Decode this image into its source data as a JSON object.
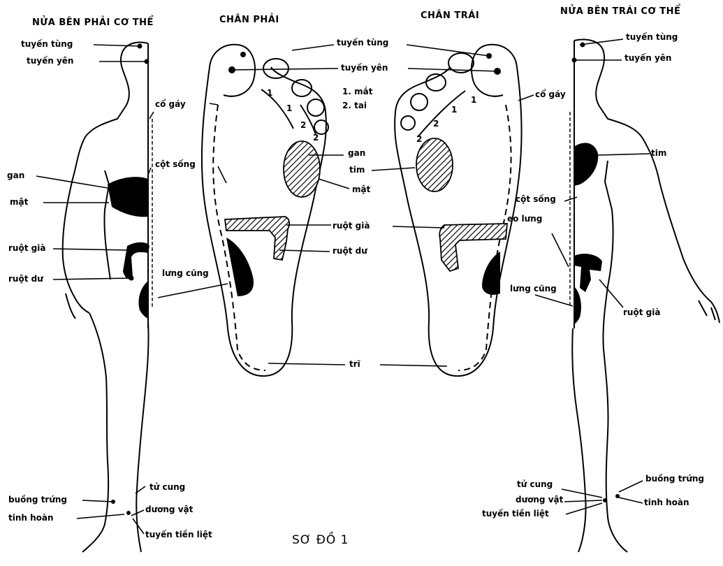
{
  "headers": {
    "right_half": "NỬA BÊN PHẢI CƠ THỂ",
    "right_foot": "CHÂN PHẢI",
    "left_foot": "CHÂN TRÁI",
    "left_half": "NỬA BÊN TRÁI CƠ THỂ"
  },
  "title": "SƠ ĐỒ 1",
  "left_body": {
    "tuyen_tung": "tuyến tùng",
    "tuyen_yen": "tuyến yên",
    "co_gay": "cổ gáy",
    "cot_song": "cột sống",
    "gan": "gan",
    "mat": "mật",
    "ruot_gia": "ruột già",
    "ruot_du": "ruột dư",
    "lung_cung": "lưng cũng",
    "buong_trung": "buồng trứng",
    "tinh_hoan": "tinh hoàn",
    "tu_cung": "tử cung",
    "duong_vat": "dương vật",
    "tuyen_tien_liet": "tuyến tiền liệt"
  },
  "center": {
    "tuyen_tung": "tuyến tùng",
    "tuyen_yen": "tuyến yên",
    "legend_1": "1. mắt",
    "legend_2": "2. tai",
    "gan": "gan",
    "tim": "tim",
    "mat": "mật",
    "ruot_gia": "ruột già",
    "ruot_du": "ruột dư",
    "tri": "trĩ",
    "num_1": "1",
    "num_2": "2"
  },
  "right_body": {
    "co_gay": "cổ gáy",
    "tuyen_tung": "tuyến tùng",
    "tuyen_yen": "tuyến yên",
    "tim": "tim",
    "cot_song": "cột sống",
    "eo_lung": "eo lưng",
    "lung_cung": "lưng cũng",
    "ruot_gia": "ruột già",
    "tu_cung": "tử cung",
    "duong_vat": "dương vật",
    "tuyen_tien_liet": "tuyến tiền liệt",
    "buong_trung": "buồng trứng",
    "tinh_hoan": "tinh hoàn"
  }
}
